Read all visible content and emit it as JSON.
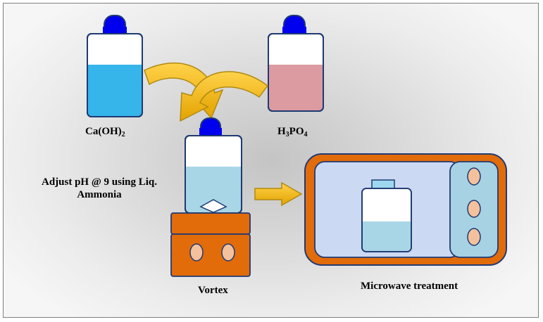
{
  "labels": {
    "caoh2": {
      "main": "Ca(OH)",
      "sub": "2"
    },
    "h3po4": {
      "p1": "H",
      "s1": "3",
      "p2": "PO",
      "s2": "4"
    },
    "adjust_ph_line1": "Adjust pH @ 9 using Liq.",
    "adjust_ph_line2": "Ammonia",
    "vortex": "Vortex",
    "microwave": "Microwave treatment"
  },
  "colors": {
    "cap": "#0000ee",
    "cap_outline": "#1f3a73",
    "bottle_white": "#ffffff",
    "liquid_blue": "#35b5ea",
    "liquid_pink": "#dc9ba0",
    "liquid_lightblue": "#a8d6e6",
    "arrow_gold": "#f0b400",
    "arrow_outline": "#b08a10",
    "vortex_orange": "#e26b0a",
    "vortex_knob": "#f4c19c",
    "microwave_body": "#e26b0a",
    "microwave_window": "#ccd9f2",
    "microwave_panel": "#a6d2e3",
    "microwave_knob": "#f4c19c",
    "small_cap": "#9ed8ef"
  }
}
